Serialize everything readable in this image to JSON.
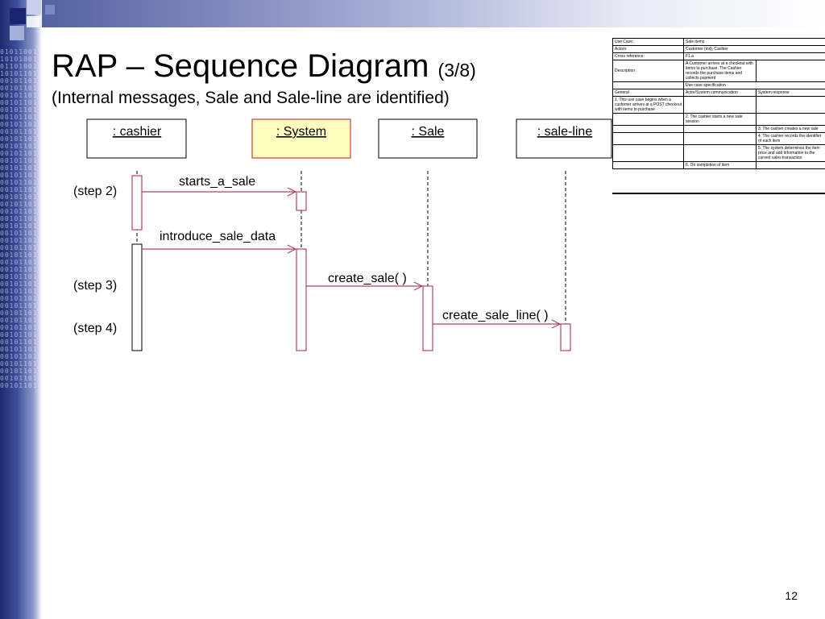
{
  "slide": {
    "title": "RAP – Sequence Diagram",
    "title_part": "(3/8)",
    "subtitle": "(Internal messages, Sale and Sale-line are identified)",
    "page_number": "12"
  },
  "diagram": {
    "objects": [
      {
        "name": ": cashier",
        "highlighted": false
      },
      {
        "name": ": System",
        "highlighted": true
      },
      {
        "name": ": Sale",
        "highlighted": false
      },
      {
        "name": ": sale-line",
        "highlighted": false
      }
    ],
    "messages": [
      {
        "label": "starts_a_sale",
        "from": ": cashier",
        "to": ": System"
      },
      {
        "label": "introduce_sale_data",
        "from": ": cashier",
        "to": ": System"
      },
      {
        "label": "create_sale( )",
        "from": ": System",
        "to": ": Sale"
      },
      {
        "label": "create_sale_line( )",
        "from": ": Sale",
        "to": ": sale-line"
      }
    ],
    "step_labels": [
      "(step 2)",
      "(step 3)",
      "(step 4)"
    ],
    "colors": {
      "message_line": "#b0455e",
      "highlight_fill": "#ffffbf",
      "highlight_border": "#d9625f",
      "activation_border": "#b0455e"
    }
  },
  "use_case_table": {
    "rows": [
      [
        "Use Case:",
        "Sale items",
        ""
      ],
      [
        "Actors:",
        "Customer (init), Cashier",
        ""
      ],
      [
        "Cross reference:",
        "F1.a",
        ""
      ],
      [
        "Description",
        "A Customer arrives at a checkout with items to purchase. The Cashier records the purchase items and collects payment",
        ""
      ],
      [
        "",
        "Use case specification",
        ""
      ],
      [
        "General",
        "Actor/System communication",
        "System response"
      ],
      [
        "1. This use case begins when a customer arrives at a POST checkout with items to purchase",
        "",
        ""
      ],
      [
        "",
        "2. The cashier starts a new sale session",
        ""
      ],
      [
        "",
        "",
        "3. The cashier creates a new sale"
      ],
      [
        "",
        "",
        "4. The cashier records the identifier of each item"
      ],
      [
        "",
        "",
        "5. The system determines the item price and add information to the current sales transaction"
      ],
      [
        "",
        "6. On completion of item",
        ""
      ]
    ]
  },
  "decoration": {
    "binary_text": "0101100110101001011010011010110100101101001011010010110100101101001011010010110100101101001011010010110100101101001011010010110100101101001011010010110100101101001011010010110100101101001011010010110100101101001011010010110100101101001011010010110100101101001011010010110100101101001011010010110100101101001011010010110100101101001011010010110100101101001011010010110100101101"
  }
}
